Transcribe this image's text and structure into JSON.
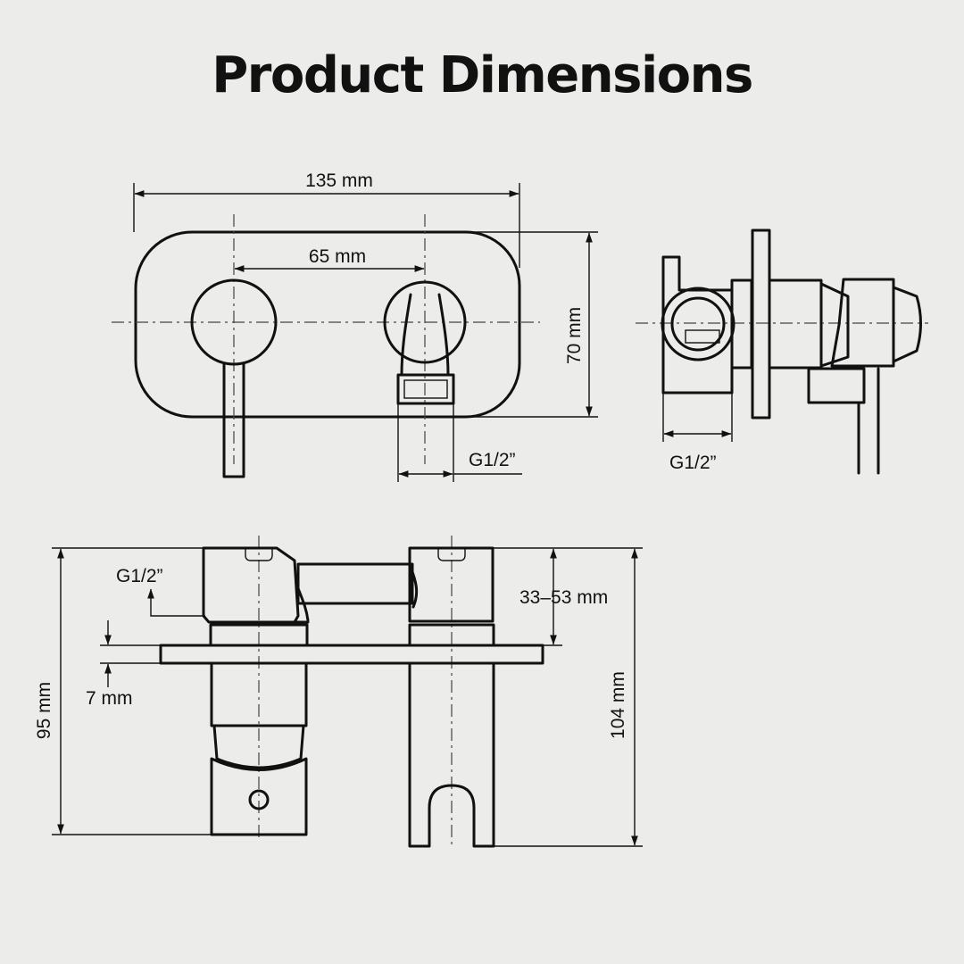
{
  "title": "Product Dimensions",
  "front_view": {
    "width": "135 mm",
    "centers": "65 mm",
    "height": "70 mm",
    "outlet_thread": "G1/2”"
  },
  "side_view": {
    "inlet_thread": "G1/2”"
  },
  "top_view": {
    "inlet_thread": "G1/2”",
    "wall_depth": "33–53 mm",
    "plate": "7 mm",
    "left_depth": "95 mm",
    "right_depth": "104 mm"
  },
  "colors": {
    "background": "#ececea",
    "line": "#111111"
  }
}
